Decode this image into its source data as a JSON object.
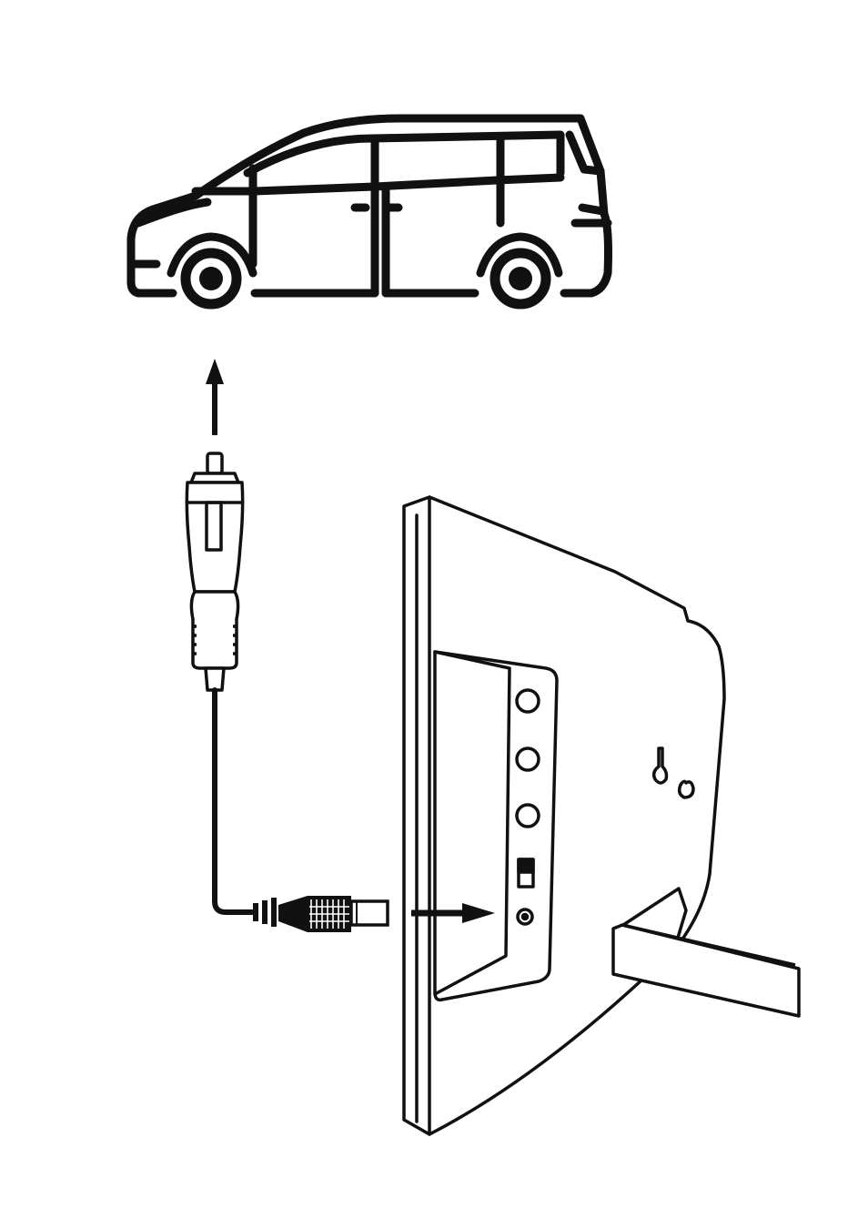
{
  "diagram": {
    "colors": {
      "ink": "#111111",
      "background": "#ffffff"
    },
    "nodes": [
      {
        "id": "vehicle",
        "icon": "van-icon"
      },
      {
        "id": "cigarette-lighter-plug",
        "icon": "car-charger-plug-icon"
      },
      {
        "id": "dc-plug",
        "icon": "dc-barrel-plug-icon"
      },
      {
        "id": "device",
        "icon": "digital-photo-frame-icon"
      }
    ],
    "edges": [
      {
        "from": "cigarette-lighter-plug",
        "to": "vehicle",
        "style": "arrow"
      },
      {
        "from": "cigarette-lighter-plug",
        "to": "dc-plug",
        "style": "cable"
      },
      {
        "from": "dc-plug",
        "to": "device",
        "style": "arrow"
      }
    ],
    "device_side_panel": {
      "buttons": 3,
      "switch": 1,
      "dc_input_port": 1
    }
  }
}
